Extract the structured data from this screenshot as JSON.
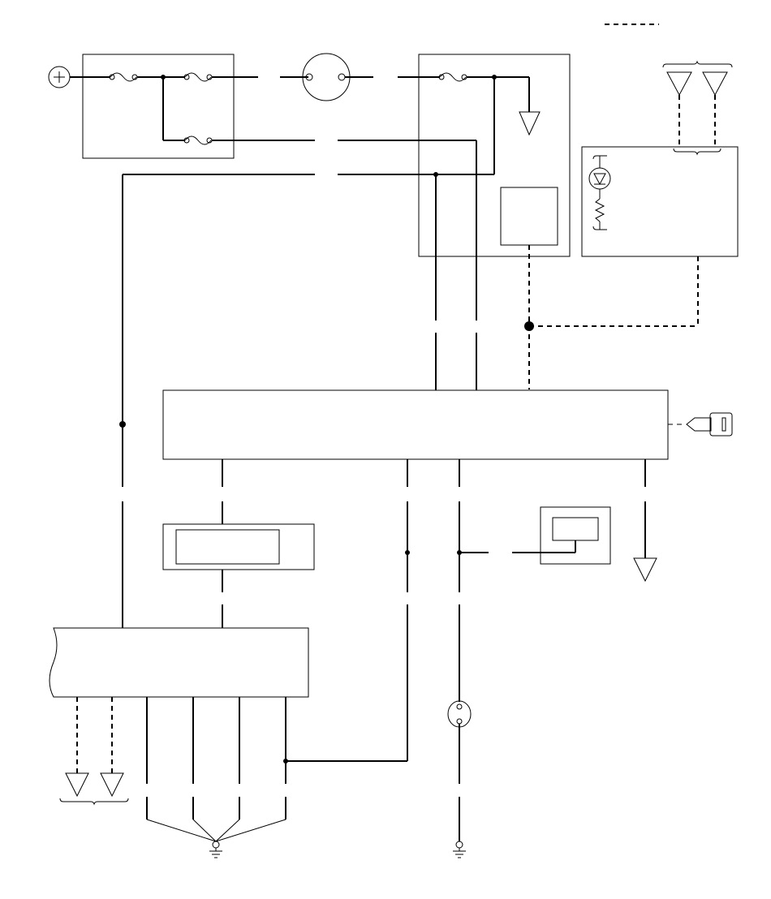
{
  "diagram": {
    "kind": "wiring-schematic",
    "legend": {
      "symbol": "dashed-line",
      "label": ""
    },
    "components": [
      {
        "id": "battery-positive",
        "symbol": "plus-circle-icon"
      },
      {
        "id": "fuse-block",
        "fuses": 3
      },
      {
        "id": "connector-round",
        "symbol": "round-connector"
      },
      {
        "id": "junction-box",
        "fuses": 1,
        "ground": true,
        "module": true
      },
      {
        "id": "antenna-pair-top",
        "symbol": "triangle-pair"
      },
      {
        "id": "indicator-module",
        "symbols": [
          "led-icon",
          "resistor-icon"
        ]
      },
      {
        "id": "main-control-unit",
        "label": ""
      },
      {
        "id": "key-transponder",
        "symbol": "key-icon"
      },
      {
        "id": "relay-module",
        "label": ""
      },
      {
        "id": "switch-module",
        "label": ""
      },
      {
        "id": "ground-right",
        "symbol": "ground-triangle"
      },
      {
        "id": "harness-connector-bottom",
        "label": ""
      },
      {
        "id": "antenna-pair-bottom",
        "symbol": "triangle-pair"
      },
      {
        "id": "inline-connector",
        "symbol": "round-connector"
      },
      {
        "id": "chassis-ground-left",
        "symbol": "ground-icon"
      },
      {
        "id": "chassis-ground-right",
        "symbol": "ground-icon"
      }
    ]
  }
}
